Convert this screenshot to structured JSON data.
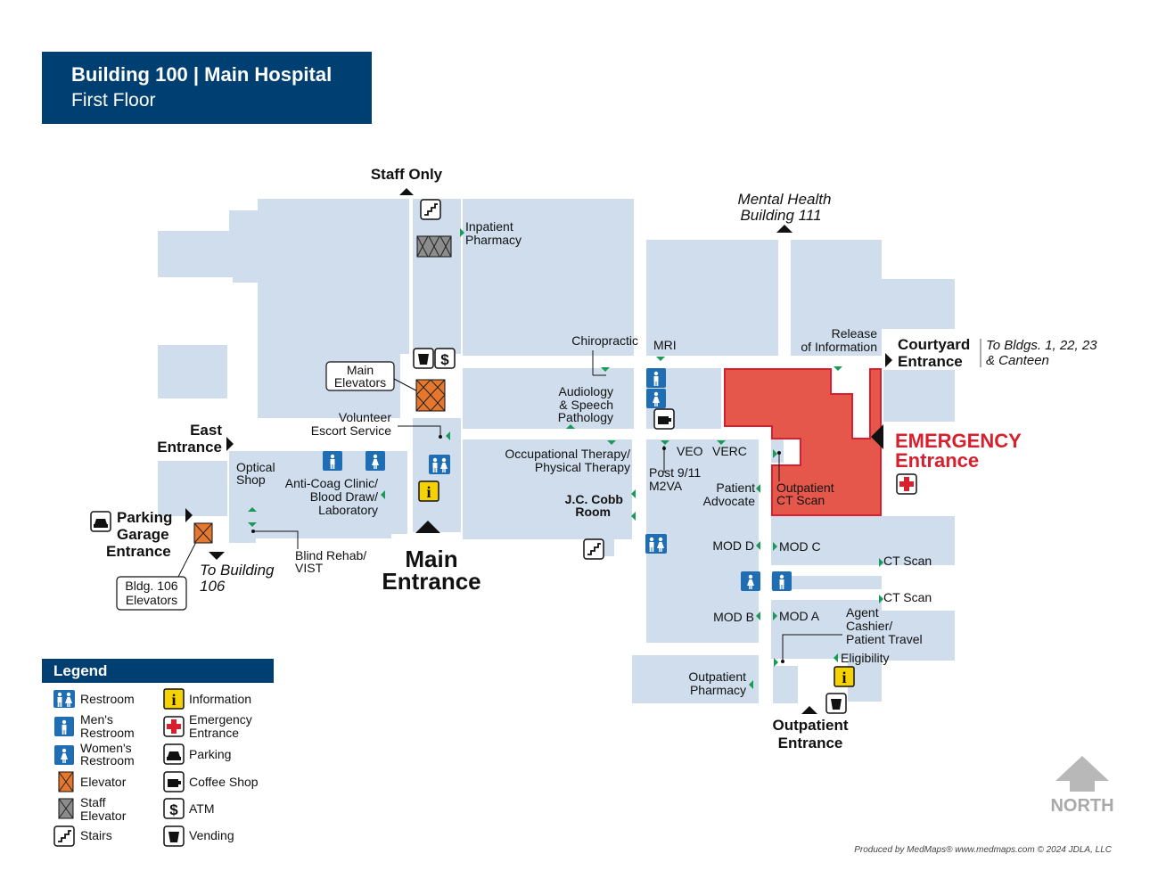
{
  "title": {
    "building": "Building 100 | Main Hospital",
    "floor": "First Floor"
  },
  "colors": {
    "header": "#003f72",
    "room": "#cfdded",
    "emergency": "#e4574a",
    "emergency_text": "#d7202e",
    "restroom": "#1f6eb3",
    "elevator": "#e5782e",
    "info": "#f5d200",
    "marker": "#1a9a57"
  },
  "entrances": {
    "staff_only": "Staff Only",
    "mental_health": [
      "Mental Health",
      "Building 111"
    ],
    "courtyard": [
      "Courtyard",
      "Entrance"
    ],
    "courtyard_note": [
      "To Bldgs. 1, 22, 23",
      "& Canteen"
    ],
    "emergency": [
      "EMERGENCY",
      "Entrance"
    ],
    "east": [
      "East",
      "Entrance"
    ],
    "parking_garage": [
      "Parking",
      "Garage",
      "Entrance"
    ],
    "to_building_106": [
      "To Building",
      "106"
    ],
    "main": [
      "Main",
      "Entrance"
    ],
    "outpatient": [
      "Outpatient",
      "Entrance"
    ]
  },
  "rooms": {
    "inpatient_pharmacy": [
      "Inpatient",
      "Pharmacy"
    ],
    "main_elevators": [
      "Main",
      "Elevators"
    ],
    "chiropractic": "Chiropractic",
    "mri": "MRI",
    "release_info": [
      "Release",
      "of Information"
    ],
    "audiology": [
      "Audiology",
      "& Speech",
      "Pathology"
    ],
    "volunteer": [
      "Volunteer",
      "Escort Service"
    ],
    "occupational": [
      "Occupational Therapy/",
      "Physical Therapy"
    ],
    "veo": "VEO",
    "verc": "VERC",
    "post911": [
      "Post 9/11",
      "M2VA"
    ],
    "patient_advocate": [
      "Patient",
      "Advocate"
    ],
    "outpatient_ct": [
      "Outpatient",
      "CT Scan"
    ],
    "optical": [
      "Optical",
      "Shop"
    ],
    "anticoag": [
      "Anti-Coag Clinic/",
      "Blood Draw/",
      "Laboratory"
    ],
    "blind_rehab": [
      "Blind Rehab/",
      "VIST"
    ],
    "jc_cobb": [
      "J.C. Cobb",
      "Room"
    ],
    "bldg106_elevators": [
      "Bldg. 106",
      "Elevators"
    ],
    "mod_d": "MOD D",
    "mod_c": "MOD C",
    "mod_b": "MOD B",
    "mod_a": "MOD A",
    "ct_scan_1": "CT Scan",
    "ct_scan_2": "CT Scan",
    "agent_cashier": [
      "Agent",
      "Cashier/",
      "Patient Travel"
    ],
    "eligibility": "Eligibility",
    "outpatient_pharmacy": [
      "Outpatient",
      "Pharmacy"
    ]
  },
  "legend": {
    "title": "Legend",
    "restroom": "Restroom",
    "mens": [
      "Men's",
      "Restroom"
    ],
    "womens": [
      "Women's",
      "Restroom"
    ],
    "elevator": "Elevator",
    "staff_elevator": [
      "Staff",
      "Elevator"
    ],
    "stairs": "Stairs",
    "information": "Information",
    "emergency": [
      "Emergency",
      "Entrance"
    ],
    "parking": "Parking",
    "coffee": "Coffee Shop",
    "atm": "ATM",
    "vending": "Vending"
  },
  "north": "NORTH",
  "credit": "Produced by MedMaps®  www.medmaps.com   © 2024 JDLA, LLC",
  "icons": [
    "restroom-icon",
    "mens-restroom-icon",
    "womens-restroom-icon",
    "elevator-icon",
    "staff-elevator-icon",
    "stairs-icon",
    "information-icon",
    "emergency-icon",
    "parking-icon",
    "coffee-icon",
    "atm-icon",
    "vending-icon",
    "north-arrow-icon",
    "entrance-arrow-icon"
  ]
}
